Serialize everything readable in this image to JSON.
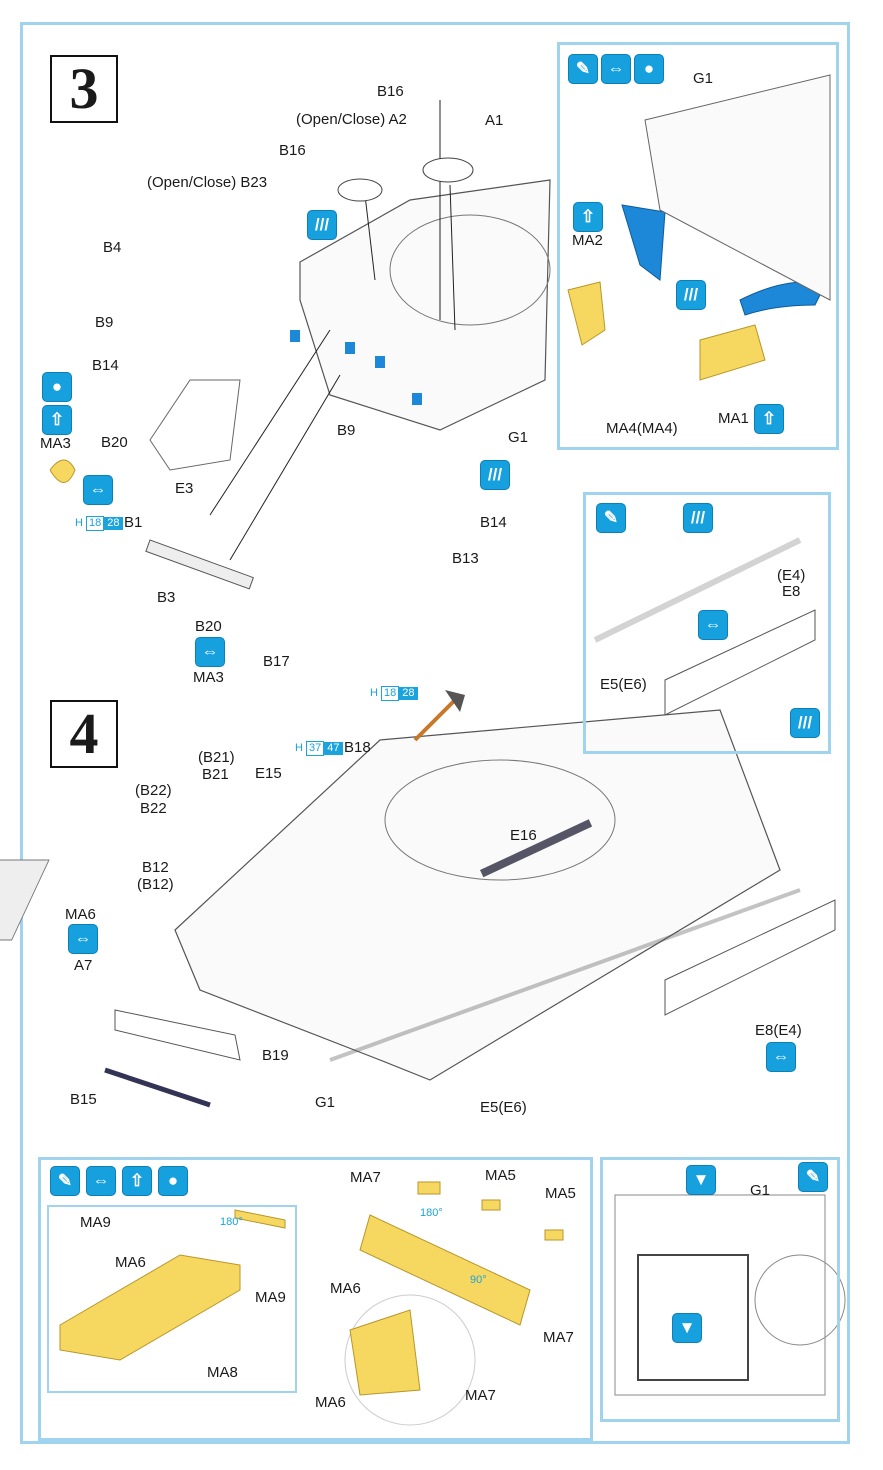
{
  "steps": {
    "step3": "3",
    "step4": "4"
  },
  "icon_names": {
    "glue": "glue-icon",
    "flip": "flip-icon",
    "up": "turn-over-icon",
    "drop": "cement-drop-icon",
    "cut": "cut-icon",
    "drill": "drill-icon"
  },
  "colors": {
    "accent": "#16a0de",
    "frame": "#9fd3ee",
    "photoetch": "#f6d860",
    "plastic_blue": "#1e88d8"
  },
  "step3_labels": {
    "b16_top": "B16",
    "a1": "A1",
    "a2": "(Open/Close) A2",
    "b16": "B16",
    "b23": "(Open/Close) B23",
    "b4": "B4",
    "b9": "B9",
    "b14": "B14",
    "ma3_left": "MA3",
    "b20": "B20",
    "e3": "E3",
    "b1": "B1",
    "b3": "B3",
    "b20_low": "B20",
    "ma3_low": "MA3",
    "b17": "B17",
    "b13": "B13",
    "b14_right": "B14",
    "b9_right": "B9",
    "g1": "G1"
  },
  "step3_paint_b1": {
    "h": "H",
    "c1": "18",
    "c2": "28"
  },
  "inset1": {
    "g1": "G1",
    "ma2": "MA2",
    "ma4": "MA4(MA4)",
    "ma1": "MA1"
  },
  "inset2": {
    "e4": "(E4)",
    "e8": "E8",
    "e5": "E5(E6)"
  },
  "step4_labels": {
    "b21p": "(B21)",
    "b21": "B21",
    "e15": "E15",
    "b22p": "(B22)",
    "b22": "B22",
    "b12": "B12",
    "b12p": "(B12)",
    "ma6": "MA6",
    "a7": "A7",
    "e16": "E16",
    "b18": "B18",
    "b19": "B19",
    "g1": "G1",
    "b15": "B15",
    "e5": "E5(E6)",
    "e8": "E8(E4)"
  },
  "step4_paint_axe": {
    "h": "H",
    "c1": "18",
    "c2": "28"
  },
  "step4_paint_b18": {
    "h": "H",
    "c1": "37",
    "c2": "47"
  },
  "bottom_left": {
    "ma9a": "MA9",
    "ma6": "MA6",
    "ma9b": "MA9",
    "ma8": "MA8",
    "angle": "180°"
  },
  "bottom_mid": {
    "ma7a": "MA7",
    "ma5a": "MA5",
    "ma5b": "MA5",
    "ma6a": "MA6",
    "ma7b": "MA7",
    "ma6b": "MA6",
    "ma7c": "MA7",
    "angle180": "180°",
    "angle90": "90°"
  },
  "bottom_right": {
    "g1": "G1"
  }
}
